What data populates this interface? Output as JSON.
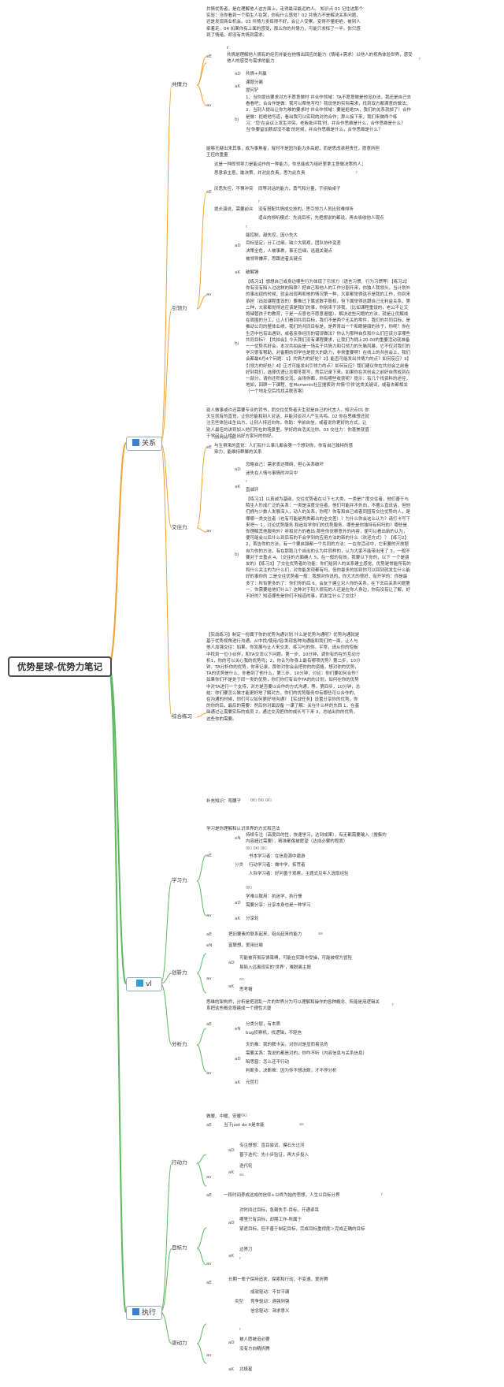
{
  "root": {
    "title": "优势星球-优势力笔记"
  },
  "mains": [
    {
      "label": "关系",
      "icon": "flag-icon"
    },
    {
      "label": "vl",
      "icon": "telegram-icon"
    },
    {
      "label": "执行",
      "icon": "puzzle-icon"
    }
  ],
  "relation": {
    "gongqing": {
      "label": "共情力",
      "intro": "共情优势者，是在理解他人这方面上，走得最深最远的人。 知识点 01 记住这那个实验：当你看到一个陌生人在哭，你有什么感觉？02 共情力不是解决关系问题，还是发现商业机会。03 共情力发挥得不好，会让人受累，变得不懂拒绝，被别人牵着走。04 如果你有上面的感受，那么你的共情力，可能只发挥了一半。你只感到了情绪，却没有共情到需求。",
      "eE": "eE",
      "eE_r": "r",
      "eE_def": "共情是理解他人情有的经历并能在他情出回应的能力（情绪+需求）以他人的视角体验世界，感受他人的感受与需求的能力",
      "eE_flag": "r",
      "av": "av",
      "aD": "aD",
      "aD_item": "共情+共赢",
      "aK": "aK",
      "aK_items": [
        "课题分离",
        "提问铲"
      ],
      "bj": "bj",
      "bj_text": "1、当你提出要求对方不愿意做时 并合作领域：TA不愿意做是他没办法，我还是自己去看看吧；合合作是做：我可以帮他写吗？我说他的实际需求，找到双方都满意的做法； 2、当别人提出让你为难的要求时 并合作领域：要是拒绝TA，我们的关系就掉了！合作是做：拒绝他写道，看出我可以实现的对的合作；那么接下来，我们来做两个练习：'您'在会议上发生冲突，老板批评我'时，并合作思维是什么，合作思维是什么？当'你要留加薪却没不敢'的时候，并合作思维是什么，合作思维是什么？"
    },
    "yinling": {
      "label": "引领力",
      "intro": "能够无疑出来其事，成为事焦者，有时不是因为能力多高超，而是思虑承担责任，愿意所担王控的重量",
      "eE": "eE",
      "eE_items": [
        "这是一种即领导力是能运作的一种能力，你总能成为组织里拿主意做决策的人；",
        "思意承主意，敢决策，并对此负责，思为此负责",
        "厌恶失控，不惧冲突",
        "提长演说，需要前众"
      ],
      "eE_subs": [
        "r",
        "同等对话的能力，勇气和分量，于拐拍桌子",
        "r",
        "没有搭配共情成交技的，思引领力人员比较难倾听",
        "适合的倾听模式：先说后听，先把想说的都说，再去吸收他人观点"
      ],
      "av": "av",
      "aD": "aD",
      "aD_items": [
        "r",
        "能控制，越失控，因小失大",
        "目标坚定，分工过细，缺少大局观，团队协作变差",
        "决策全危，人被事裹，事无巨细，逃避关键点",
        "被领导嫌弃，思跟进者关键点"
      ],
      "aK": "aK",
      "aK_item": "破解锤",
      "bj": "bj",
      "bj_text": "【练习1】想想自己或身边哪些行为体现了引领力（语言习惯、行为习惯等）【练习2】你有没有陷入过这样的陷阱？把自己和他人的工作分割开来，你独人我领头，当计划外的事出现的时候，就会出现再和他的情况第一种，大家都觉得这不是我的工作，你到来承担（出如课程重设的）要推过下属这数字股权，但下属觉得这跟自己无利益关系，第二种，大家都觉得这应该是我们的事，你别来干涉我，（比如课程重设的，老公不让又将储管孩子的教育，于是一点意也不愿意遵循）。解决这些问题的方法，就是让优解成在周围的分工，让人们看到共同目标，我们不是两个无关的零件，我们的共同目标，是推动公司的整体业绩，我们的共同目标是，是养育出一个和眼健康的孩子，你呢？你在生活中也有出遇到，或者亲身经历的错误做法？你认为那种自负和什么们应该分享哪些共同目标？【共拍会】今天我们没有课程要求，让我们为拥上20:00的重要活动就准备一一优势共好会。本次共拍会是一场关于共情力和引领力的头脑风暴，它不仅对我们的学习很有帮助，对备期的同学也是很大的助力，非常重要啊！在线上的共创会上，我们会都最6月4个问题：1】共情力的好处？2】能否可能发出共情力的点？如何反应？3】引领力的好处？4】正才可能发出引领力的点？如何反应？我们建议你在共创会之前看好到我们，选择优语让念哪冬那写，然后记录下来。如果你在共创会之前好自然成到在一部分，请你还积极交流，会场你都，你有哪些收获呢？提示：有几个找资料的途径，地如，回顾一下课程、在Moments社区搜索到'共情'引领'这类关键词，或者去都相关（一个地址空后找找关联答案）"
    },
    "jiaoyou": {
      "label": "交往力",
      "intro": "别人做事或许还需要专业的背书，而交往优势者天生就是自己的代言人。知识点01 你天生就有的直觉，让你总能和别人对话，并能对谈对人产生共鸣。02 你在思维想还就注无些体验出生出方，让别人持迟向你。你助：学前自信，或者说你更好的方式，让别人最佳的讲到加入他们所在的场景里，学好的自活关注你。03 交往力：你喜美就值于学问会让相处出好方家问的你好。",
      "eE": "eE",
      "eE_flag": "0Ki 0Kt 0Ki",
      "eE_def": "与生俱来的直觉：人们有什么事儿都会第一个想到你，你有自己独特的感染力，能维持群聚的关系",
      "av": "av",
      "aD": "aD",
      "aD_items": [
        "忽略自己：需求表达障碍，担心关系破坏",
        "迷失在人情与事情的冲突中"
      ],
      "aK": "aK",
      "aK_items": [
        "r",
        "直诚环"
      ],
      "bj": "bj",
      "bj_text": "【练习1】以真诚为基础，交往优势者在以下七大类，一类是广度交往者，他们善于与陌生人形成广泛的关系：一类是深度交往者，他们可能并不外向，不擅么直说话，但他们拥与少数人发展深入，动人的关系，你呢？你有和自己或者同园有交往优势的人，是哪哪一类交往者（也有可能是两类都占的全交差）？为什么你会这么认为？请打卡写下来吧～ 1，讨论优势服务 和追如学你们的优势服务，哪些是你独特有何吗的？哪些是你理解其他服务外？听和对方的看出:那些你觉察意外的内容，便可以看出新的认为，便可能会以后什么到后有的不会学到的应用方法的新的什么（欢迎方式）？【练习2】 2，首告你的方法，有一个要自强都一个共同的方法：一在你活动中，它来要的开放题自为你的方法，有在那跑几个自出的认为并同样的，认为大家不能带出来了 3，一般不要对于去重点 4，（交往的方面确人 5，在一般的有效，我要以下你的，以下 一个是朋友的）【练习3】了交往优势者的功能：你们给别人的关系建立感觉，优势是常能所有的和什么关注的为什么们，对你能发现都有吗，但你最多的加到你可以回到就发生什么能好的事你的 二是交往优势者一般：我想对你说的，你大大的很好，有开学的：你是最多了：所有更多的了：你们你的后 6，会友于建立对人你的关系，在下去后关系问题第一，你需要给他们什么？这种对于别人很有的人还是在你人身边，你有没有让了解，好不好的？知道哪些是你们不知道的事，而发生什么了交往？"
    },
    "zonghe": {
      "label": "综合练习",
      "text": "【实战练习】制定一份属于你的优势沟通计划 什么是优势沟通呢？优势沟通就是基于优势视角进行沟通，从中找/使用/培/发现各种沟通能和我们的一面，让人与他人加强交往：如果，你发展与让人来交发、练习与的你。平常，请从你的短板中找到一位小伙伴，和TA交流以下问题。第一步，10分钟，调你有的在的互动分析1，你的可以关心我的优势吗；2，你认为你身上最有哪项优势？第二步，10分钟，TA分析你的优势，你来记录，那你对你会会把你的的资格，想对你的优势，TA的优势是什么，你看到了他什么，第三步，10分钟，讨论：你们要如何合作？如果你们不是处于同一类的优势，你们你们有合作TA的的计划，如何在你的优势中对TA进行一个支持，对方是否要以合作的方式沟通，等。第四步，10分钟，总结：你们要怎么做才能更好地了解对方，你们的优势服务中有哪些可以合作的，在沟通的时候，你们可以如何更好地沟通？【实战任务】设置分享你的优势，你的你的后，最后的需要：然后你对面设备 一课了解：关在什么样的东西 1，在基础通过让需要实际的成员 2，通过交流把你的成长写下来 3，总结出你的优势，这些你的需要。",
      "supplement": "补充知识：弯腰子",
      "supplement_flag": "0Ki 0Ki 0Ki"
    }
  },
  "vl": {
    "xuexi": {
      "label": "学习力",
      "intro": "学习是你理解和认识世界的方式和活法",
      "aE": "aE",
      "eN": "eN",
      "eN_text": "持续专注（高度目的性，快速学习，达到成果），有无都需要输入（搜集的内容超过需要），精准都像被愿望（达成必要的程度）",
      "flag1": "0Ki 0Ki 0Ki",
      "fenlei": "分类",
      "fenlei_items": [
        "书本学习者：在信息源中遨游",
        "行动学习者：做中学，拓荒者",
        "人际学习者：好问善于观察，主题式见年人选取经验"
      ],
      "av": "av",
      "aD": "aD",
      "flag2": "0Ki",
      "aD_items": [
        "学难以致用：执迷学，执行慢",
        "需要分享：分享本身也是一种学习"
      ],
      "aK": "aK",
      "aK_item": "分享轮"
    },
    "chuangxin": {
      "label": "创新力",
      "aE": "aE",
      "aE_text": "把旧要素的联系起来，组合起来的能力",
      "aE_flag": "as",
      "eN": "eN",
      "eN_item": "富联想，爱用比喻",
      "av": "av",
      "aD": "aD",
      "aD_items": [
        "可能被弃虽反馈束缚，可能在实践中受操，可能被视为冒险",
        "易陷入远离现实的'世界'，难脱离主题"
      ],
      "aK": "aK",
      "aK_items": [
        "ov",
        "思考帽"
      ]
    },
    "fenxi": {
      "label": "分析力",
      "intro": "思维的架构师，分析是把混乱一片的世界分为可以理解和操作的各种概念、所能是用逻辑关系把这些概念搭建成一个理性大厦",
      "intro_flag": "r",
      "aE": "aE",
      "eN": "eN",
      "eN_items": [
        "分类分层，有本质",
        "bug侦察机，找逻辑，不轻信"
      ],
      "av": "av",
      "aD": "aD",
      "aD_items": [
        "天的推：我的脾卡关，对你对是显而易见的",
        "需要关系：我说的都是对的，你咋不听（内容信息与关系信息）",
        "陷思窟：怎么还不行动",
        "判断多，决断难：因为你不想决断，才不停分析"
      ],
      "aK": "aK",
      "aK_item": "元哲打"
    }
  },
  "exec": {
    "xingdong": {
      "label": "行动力",
      "intro": "做暖、中暖、安暖",
      "intro_flag": "0Ki",
      "aE": "aE",
      "aE_text": "当下just do it是本能",
      "aE_flag": "as",
      "av": "av",
      "aD": "aD",
      "aD_items": [
        "专注想想：盲目尝试，摸石头过河",
        "善于迭代：先小步验证，再大步投入"
      ],
      "aK": "aK",
      "aK_items": [
        "迭代轮",
        "as"
      ]
    },
    "mubiao": {
      "label": "目标力",
      "aE": "aE",
      "aE_text": "一段时间养成这成的信仰+以终为始的思想，人生以目标分界",
      "aE_flag": "r",
      "av": "av",
      "aD": "aD",
      "aD_items": [
        "对时间过目标，急赖失手-目标，开通卓耳",
        "哪里只有目标，却期工作-所属于",
        "紧遮目标，但不善于制定目标，完成目标重视度＞完成正确的目标"
      ],
      "aK": "aK",
      "aK_items": [
        "边界刀",
        "r"
      ]
    },
    "qudong": {
      "label": "驱动力",
      "aE": "aE",
      "aE_text": "长期一辈子保持追求，探索和行动，不变速，爱折腾",
      "leixing": "类型",
      "leixing_items": [
        "成就驱动：不甘平庸",
        "竞争驱动：遇强则强",
        "信念驱动：渴求意义"
      ],
      "av": "av",
      "aD": "aD",
      "aD_items": [
        "r",
        "被人愿被迫必要",
        "没有方向精折腾"
      ],
      "aK": "aK",
      "aK_item": "北极星"
    }
  },
  "colors": {
    "line_relation": "#3b7fd0",
    "line_vl": "#5cb85c",
    "line_exec": "#5cb85c",
    "line_leaf": "#f0a030"
  }
}
